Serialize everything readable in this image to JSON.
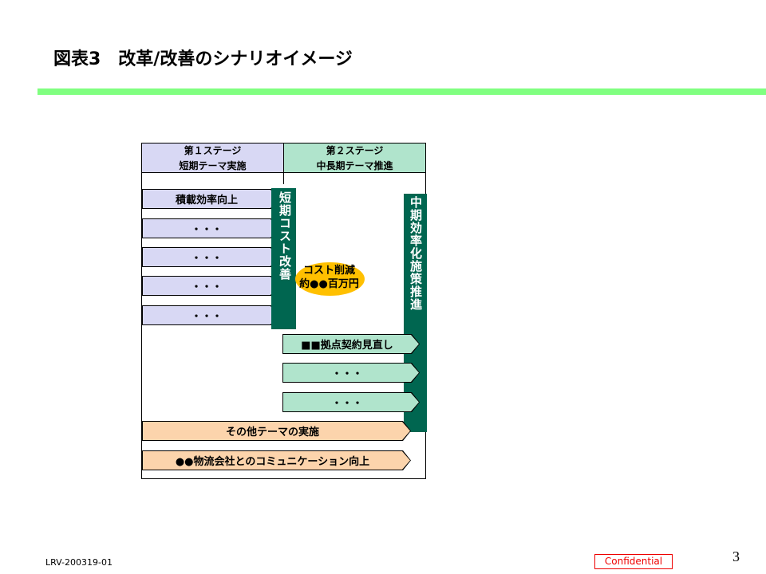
{
  "title": "図表3　改革/改善のシナリオイメージ",
  "stage1": {
    "line1": "第１ステージ",
    "line2": "短期テーマ実施"
  },
  "stage2": {
    "line1": "第２ステージ",
    "line2": "中長期テーマ推進"
  },
  "short_term_items": [
    "積載効率向上",
    "・・・",
    "・・・",
    "・・・",
    "・・・"
  ],
  "short_term_bar": "短期コスト改善",
  "cost_reduction": {
    "line1": "コスト削減",
    "line2": "約●●百万円"
  },
  "mid_term_bar": "中期効率化施策推進",
  "mid_term_items": [
    "■■拠点契約見直し",
    "・・・",
    "・・・"
  ],
  "other_items": [
    "その他テーマの実施",
    "●●物流会社とのコミュニケーション向上"
  ],
  "footer": {
    "doc_id": "LRV-200319-01",
    "confidential": "Confidential",
    "page": "3"
  },
  "colors": {
    "rule": "#80ff80",
    "purple": "#d8d8f4",
    "green_light": "#b0e4cc",
    "green_dark": "#006650",
    "orange": "#fcd4ac",
    "ellipse": "#ffc000"
  }
}
